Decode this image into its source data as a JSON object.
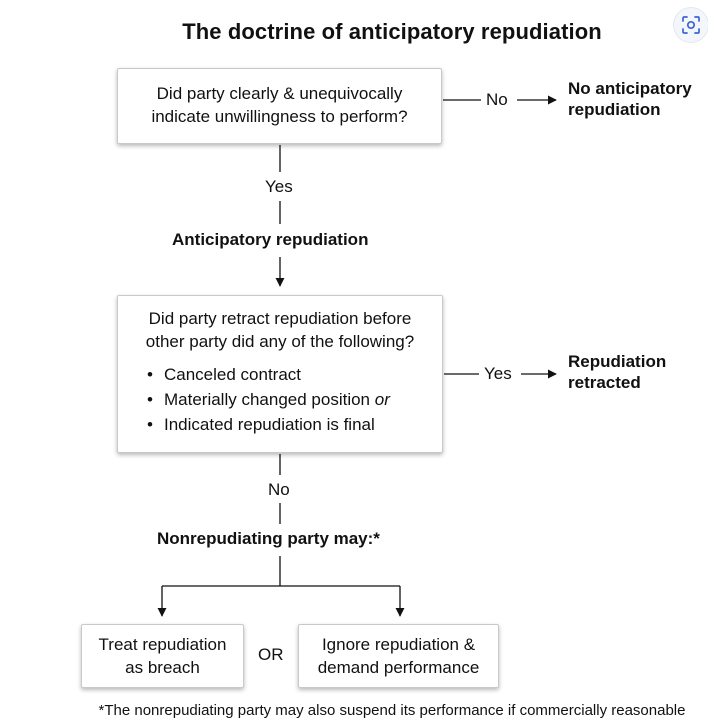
{
  "title": "The doctrine of anticipatory repudiation",
  "icons": {
    "lens": "image-search-icon"
  },
  "question1": {
    "lines": [
      "Did party clearly & unequivocally",
      "indicate unwillingness to perform?"
    ],
    "no_label": "No",
    "no_outcome": [
      "No anticipatory",
      "repudiation"
    ],
    "yes_label": "Yes"
  },
  "anticipatory_label": "Anticipatory repudiation",
  "question2": {
    "lines": [
      "Did party retract repudiation before",
      "other party did any of the following?"
    ],
    "bullets": [
      "Canceled contract",
      "Materially changed position",
      "Indicated repudiation is final"
    ],
    "bullet2_suffix": "or",
    "yes_label": "Yes",
    "yes_outcome": [
      "Repudiation",
      "retracted"
    ],
    "no_label": "No"
  },
  "nonrepudiating_label": "Nonrepudiating party may:*",
  "options": {
    "left": [
      "Treat repudiation",
      "as breach"
    ],
    "connector": "OR",
    "right": [
      "Ignore repudiation &",
      "demand performance"
    ]
  },
  "footnote": "*The nonrepudiating party may also suspend its performance if commercially reasonable"
}
